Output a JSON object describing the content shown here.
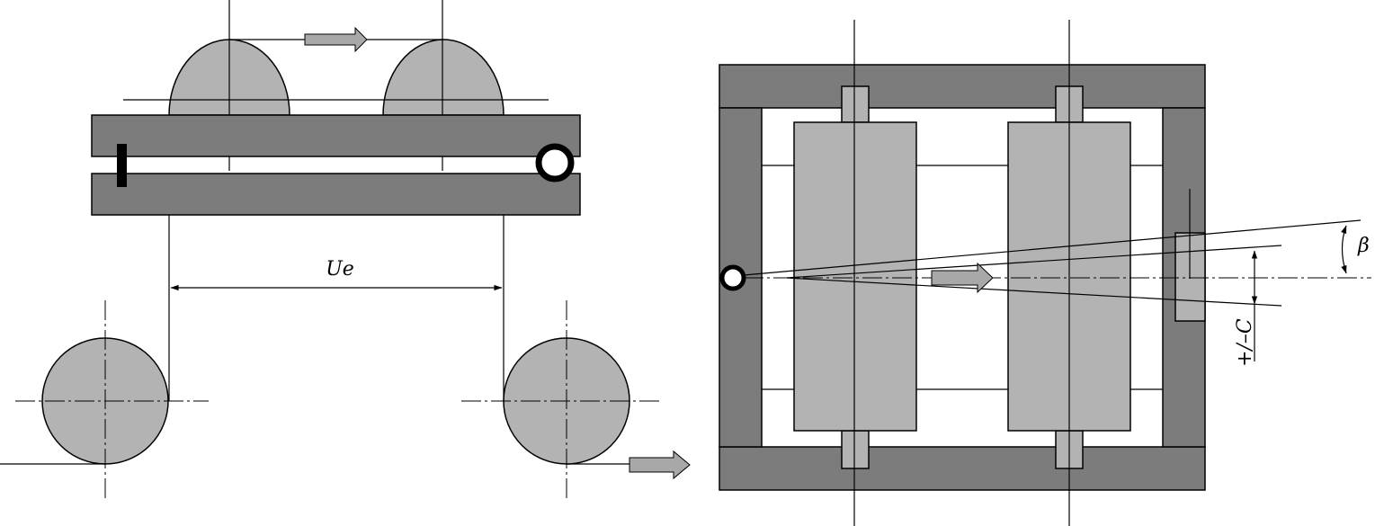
{
  "labels": {
    "span": "Ue",
    "offset": "+/–C",
    "angle": "β"
  },
  "colors": {
    "frame": "#7c7c7c",
    "roller": "#b3b3b3",
    "arrow": "#a8a8a8",
    "line": "#000000",
    "background": "#ffffff"
  }
}
